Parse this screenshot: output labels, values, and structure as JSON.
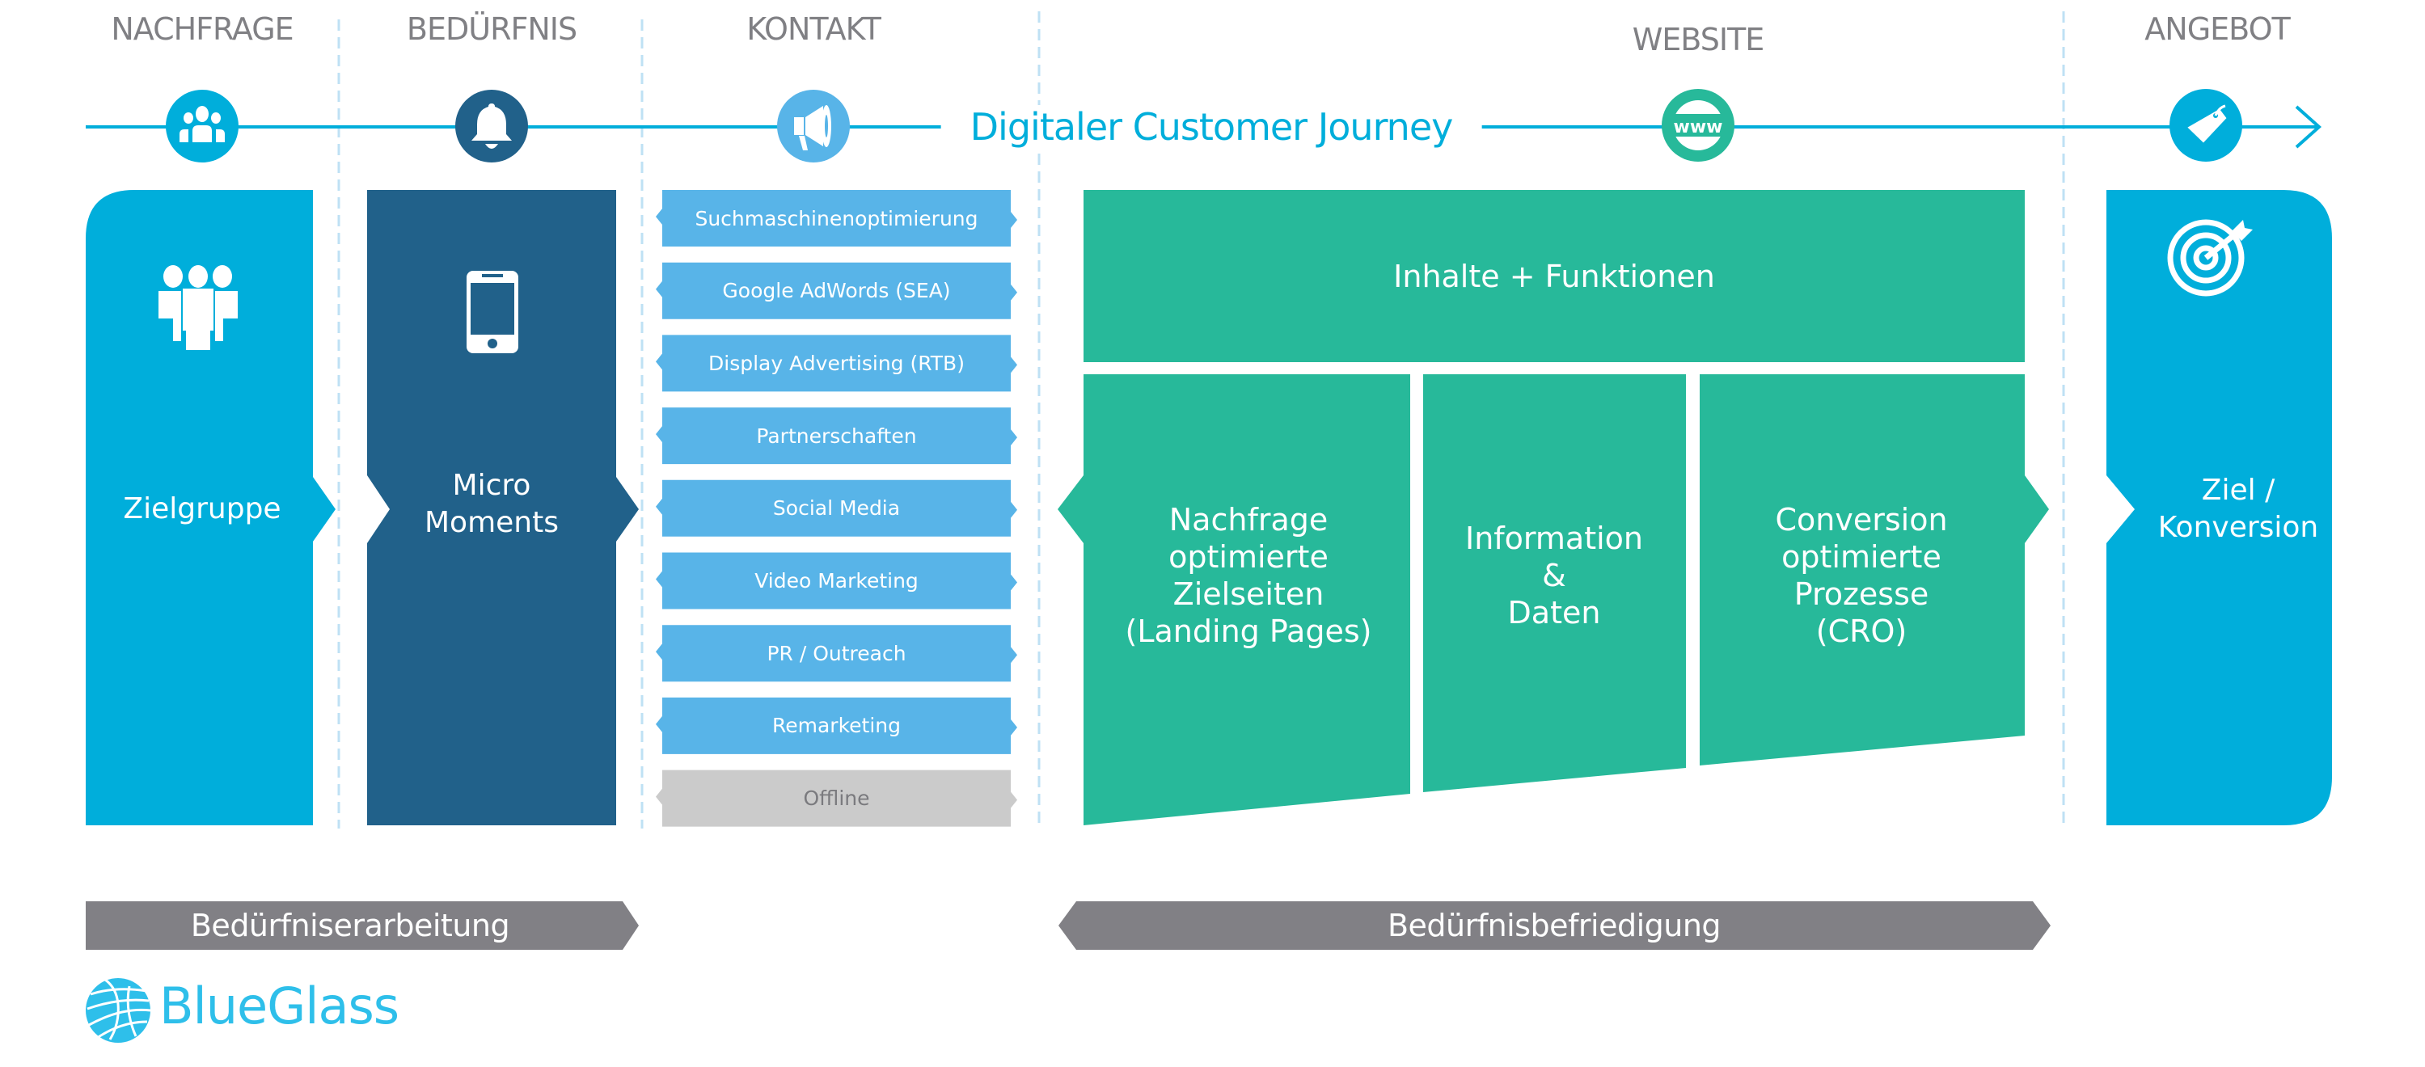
{
  "colors": {
    "cyan": "#00aedb",
    "navy": "#21618a",
    "contact_blue": "#58b4e8",
    "green": "#27b99a",
    "offline_gray": "#cbcbcb",
    "bar_gray": "#818085",
    "phase_gray": "#808084",
    "divider": "#bfe1f4"
  },
  "phases": [
    {
      "label": "NACHFRAGE",
      "icon": "group-icon"
    },
    {
      "label": "BEDÜRFNIS",
      "icon": "bell-icon"
    },
    {
      "label": "KONTAKT",
      "icon": "megaphone-icon"
    },
    {
      "label": "WEBSITE",
      "icon": "www-globe-icon"
    },
    {
      "label": "ANGEBOT",
      "icon": "price-tag-icon"
    }
  ],
  "timeline": {
    "title": "Digitaler Customer Journey"
  },
  "columns": {
    "zielgruppe": {
      "label": "Zielgruppe",
      "icon": "people-icon"
    },
    "micro_moments": {
      "label_line1": "Micro",
      "label_line2": "Moments",
      "icon": "smartphone-icon"
    },
    "ziel": {
      "label_line1": "Ziel /",
      "label_line2": "Konversion",
      "icon": "target-icon"
    }
  },
  "contact_channels": [
    {
      "label": "Suchmaschinenoptimierung",
      "offline": false
    },
    {
      "label": "Google AdWords (SEA)",
      "offline": false
    },
    {
      "label": "Display Advertising (RTB)",
      "offline": false
    },
    {
      "label": "Partnerschaften",
      "offline": false
    },
    {
      "label": "Social Media",
      "offline": false
    },
    {
      "label": "Video Marketing",
      "offline": false
    },
    {
      "label": "PR / Outreach",
      "offline": false
    },
    {
      "label": "Remarketing",
      "offline": false
    },
    {
      "label": "Offline",
      "offline": true
    }
  ],
  "website": {
    "header": "Inhalte + Funktionen",
    "sections": [
      {
        "lines": [
          "Nachfrage",
          "optimierte",
          "Zielseiten",
          "(Landing Pages)"
        ]
      },
      {
        "lines": [
          "Information",
          "&",
          "Daten"
        ]
      },
      {
        "lines": [
          "Conversion",
          "optimierte",
          "Prozesse",
          "(CRO)"
        ]
      }
    ]
  },
  "bottom_bars": {
    "left": "Bedürfniserarbeitung",
    "right": "Bedürfnisbefriedigung"
  },
  "logo": {
    "text": "BlueGlass"
  }
}
